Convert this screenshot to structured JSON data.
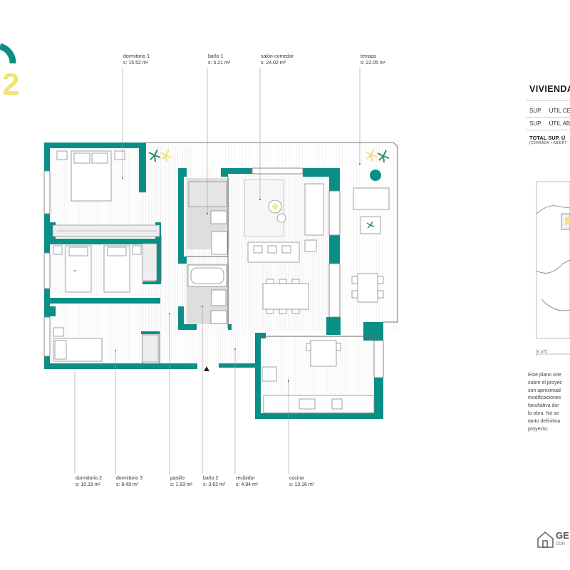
{
  "unit_badge": "2",
  "rooms": [
    {
      "key": "dormitorio1",
      "name": "dormitorio 1",
      "area": "s: 15.52 m²"
    },
    {
      "key": "bano1",
      "name": "baño 1",
      "area": "s: 5.21 m²"
    },
    {
      "key": "salon",
      "name": "salón-comedor",
      "area": "s: 24.02 m²"
    },
    {
      "key": "terraza",
      "name": "terraza",
      "area": "s: 22.05 m²"
    },
    {
      "key": "dormitorio2",
      "name": "dormitorio 2",
      "area": "s: 10.19 m²"
    },
    {
      "key": "dormitorio3",
      "name": "dormitorio 3",
      "area": "s: 8.49 m²"
    },
    {
      "key": "pasillo",
      "name": "pasillo",
      "area": "s: 1.93 m²"
    },
    {
      "key": "bano2",
      "name": "baño 2",
      "area": "s: 3.62 m²"
    },
    {
      "key": "recibidor",
      "name": "recibidor",
      "area": "s: 4.94 m²"
    },
    {
      "key": "cocina",
      "name": "cocina",
      "area": "s: 13.16 m²"
    }
  ],
  "panel": {
    "title": "VIVIENDA",
    "sup_cerrada_prefix": "SUP.",
    "sup_cerrada_label": "ÚTIL CE",
    "sup_abierta_prefix": "SUP.",
    "sup_abierta_label": "ÚTIL AB",
    "total_label": "TOTAL SUP. Ú",
    "total_sub": "(CERRADA + ABIERT",
    "scale": "e 1/75",
    "disclaimer_lines": [
      "Este plano orie",
      "sobre el proyec",
      "son aproximad",
      "modificaciones",
      "facultativa dur",
      "la obra. No se",
      "tanto definitiva",
      "proyecto."
    ]
  },
  "brand": {
    "name": "GE",
    "sub": "con"
  },
  "colors": {
    "wall": "#0a8f86",
    "accent": "#f2e27a",
    "leaf": "#2e8f62",
    "floor": "#d6d6d6",
    "furniture": "#9a9a9a"
  }
}
